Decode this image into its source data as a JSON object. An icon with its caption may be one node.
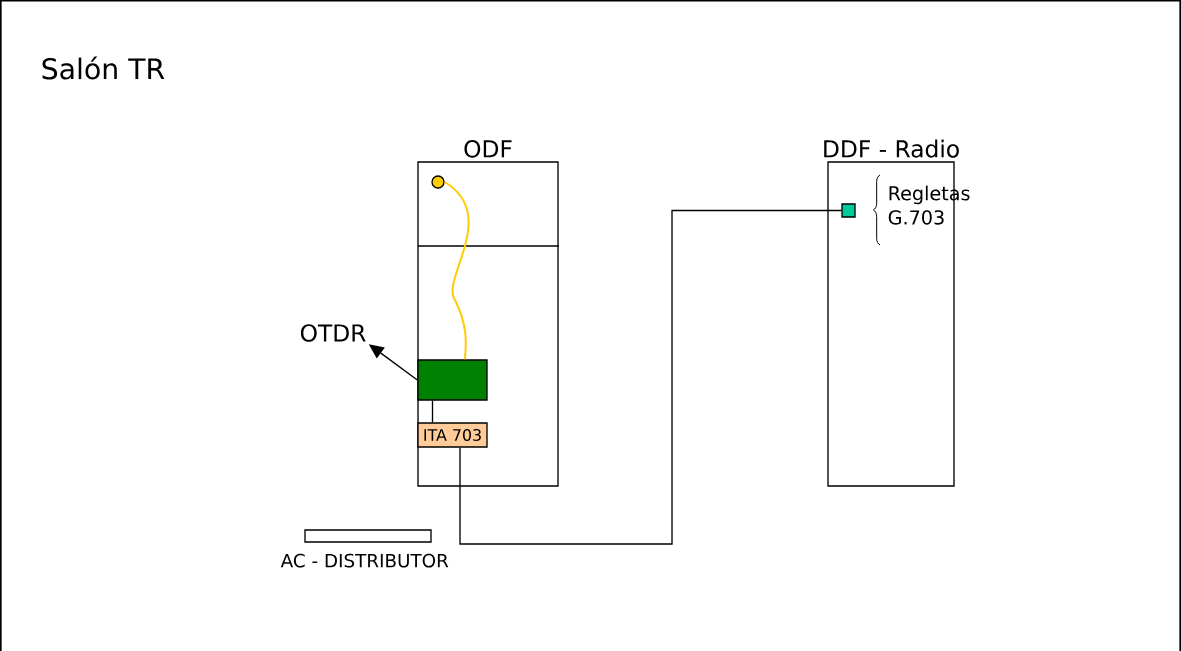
{
  "diagram": {
    "title": "Salón TR",
    "nodes": [
      {
        "text": [
          "ODF"
        ]
      },
      {
        "text": [],
        "shape": "circle",
        "in": 0
      },
      {
        "text": [],
        "shape": "box",
        "in": 0
      },
      {
        "text": [
          "ITA 703"
        ],
        "in": 0
      },
      {
        "text": [
          "OTDR"
        ]
      },
      {
        "text": [
          "DDF - Radio"
        ]
      },
      {
        "text": [],
        "shape": "box",
        "in": 5,
        "beside": [
          "Regletas G.703"
        ]
      },
      {
        "text": [
          "AC - DISTRIBUTOR"
        ]
      }
    ],
    "edges": [
      {
        "from": 1,
        "to": 2,
        "arrow": "none",
        "color": "#ffcc00"
      },
      {
        "from": 2,
        "to": 3,
        "arrow": "none"
      },
      {
        "from": 2,
        "to": 4,
        "arrow": "to"
      },
      {
        "from": 3,
        "to": 6,
        "arrow": "none"
      }
    ]
  }
}
